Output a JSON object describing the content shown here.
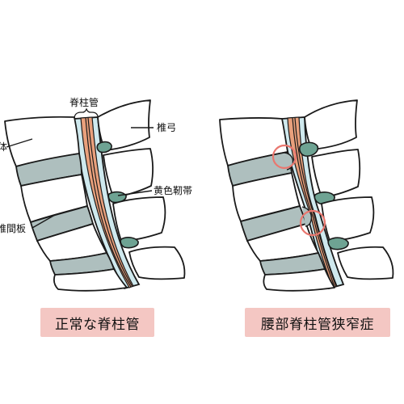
{
  "labels": {
    "vertebral_body": "体",
    "spinal_canal": "脊柱管",
    "vertebral_arch": "椎弓",
    "ligamentum_flavum": "黄色靭帯",
    "intervertebral_disc": "椎間板"
  },
  "captions": {
    "normal": "正常な脊柱管",
    "stenosis": "腰部脊柱管狭窄症"
  },
  "colors": {
    "outline": "#1a1a1a",
    "bone": "#ffffff",
    "disc": "#aebfbe",
    "ligament": "#6ea393",
    "canal_blue": "#cfe9ee",
    "nerve_orange": "#e9a07c",
    "highlight_circle": "#e9776f",
    "caption_bg": "#f4c7c3"
  }
}
